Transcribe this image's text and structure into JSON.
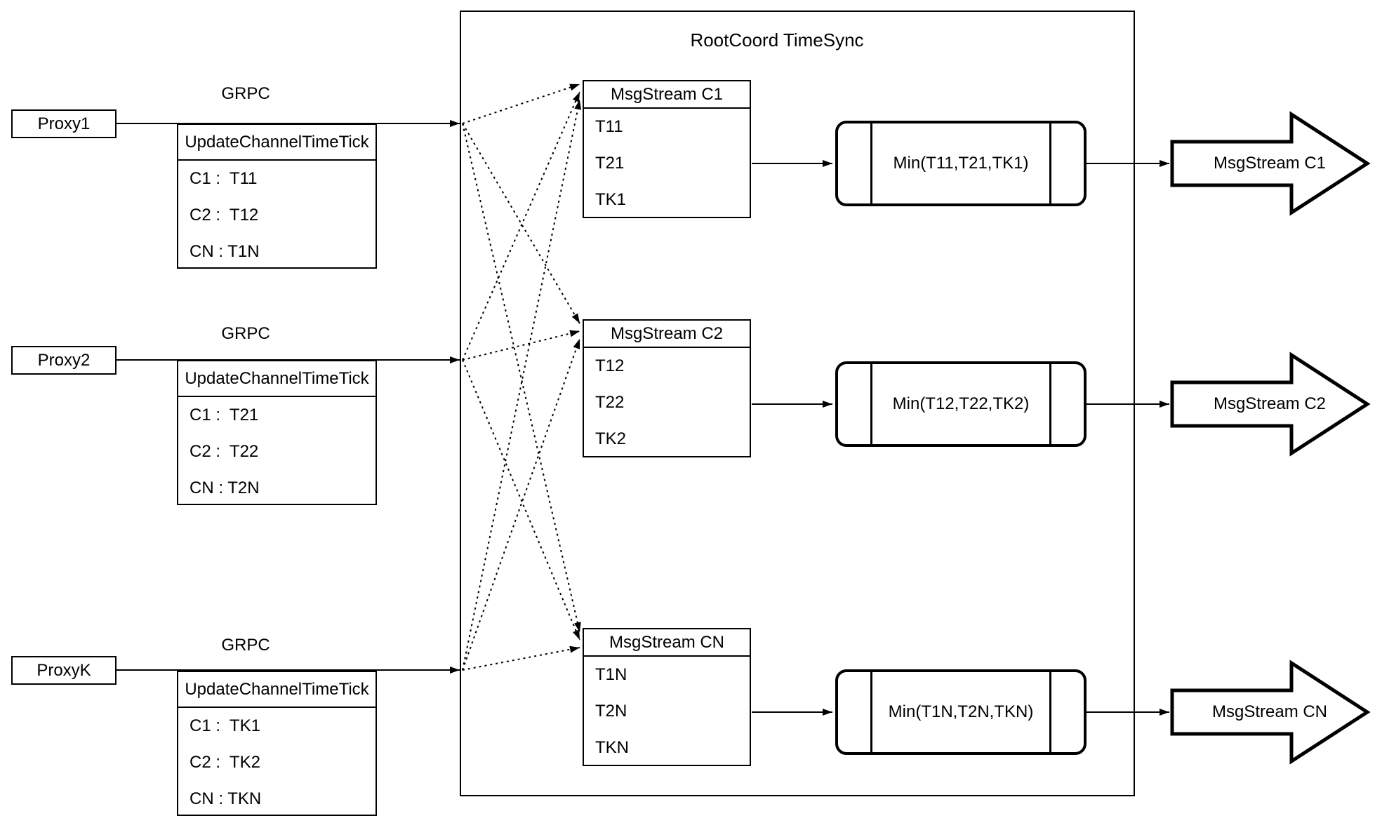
{
  "colors": {
    "background": "#ffffff",
    "stroke": "#000000"
  },
  "proxies": [
    {
      "label": "Proxy1",
      "grpc": "GRPC",
      "table": {
        "header": "UpdateChannelTimeTick",
        "rows": [
          "C1 :  T11",
          "C2 :  T12",
          "CN : T1N"
        ]
      }
    },
    {
      "label": "Proxy2",
      "grpc": "GRPC",
      "table": {
        "header": "UpdateChannelTimeTick",
        "rows": [
          "C1 :  T21",
          "C2 :  T22",
          "CN : T2N"
        ]
      }
    },
    {
      "label": "ProxyK",
      "grpc": "GRPC",
      "table": {
        "header": "UpdateChannelTimeTick",
        "rows": [
          "C1 :  TK1",
          "C2 :  TK2",
          "CN : TKN"
        ]
      }
    }
  ],
  "rootcoord": {
    "title": "RootCoord TimeSync",
    "streams": [
      {
        "header": "MsgStream C1",
        "rows": [
          "T11",
          "T21",
          "TK1"
        ]
      },
      {
        "header": "MsgStream C2",
        "rows": [
          "T12",
          "T22",
          "TK2"
        ]
      },
      {
        "header": "MsgStream CN",
        "rows": [
          "T1N",
          "T2N",
          "TKN"
        ]
      }
    ],
    "mins": [
      "Min(T11,T21,TK1)",
      "Min(T12,T22,TK2)",
      "Min(T1N,T2N,TKN)"
    ]
  },
  "outputs": [
    "MsgStream C1",
    "MsgStream C2",
    "MsgStream CN"
  ]
}
